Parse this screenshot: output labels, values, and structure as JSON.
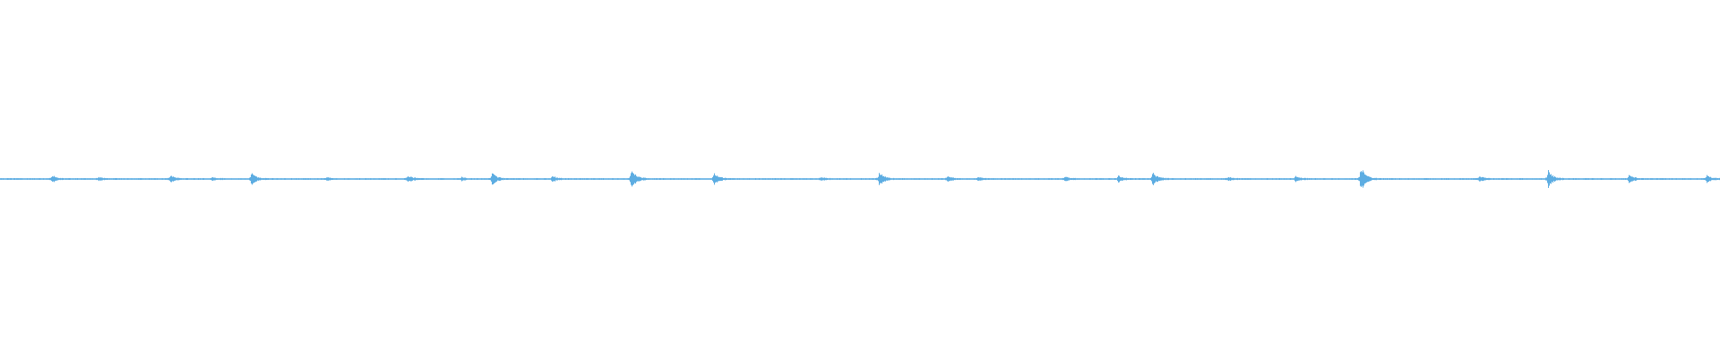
{
  "waveform": {
    "color": "#5dade2",
    "baseline_amplitude": 0.004,
    "transients": [
      {
        "t": 0.03,
        "amp": 0.022
      },
      {
        "t": 0.057,
        "amp": 0.01
      },
      {
        "t": 0.099,
        "amp": 0.02
      },
      {
        "t": 0.123,
        "amp": 0.01
      },
      {
        "t": 0.146,
        "amp": 0.035
      },
      {
        "t": 0.19,
        "amp": 0.009
      },
      {
        "t": 0.237,
        "amp": 0.02
      },
      {
        "t": 0.268,
        "amp": 0.009
      },
      {
        "t": 0.286,
        "amp": 0.034
      },
      {
        "t": 0.321,
        "amp": 0.016
      },
      {
        "t": 0.367,
        "amp": 0.06
      },
      {
        "t": 0.415,
        "amp": 0.035
      },
      {
        "t": 0.477,
        "amp": 0.01
      },
      {
        "t": 0.511,
        "amp": 0.042
      },
      {
        "t": 0.551,
        "amp": 0.018
      },
      {
        "t": 0.568,
        "amp": 0.009
      },
      {
        "t": 0.619,
        "amp": 0.014
      },
      {
        "t": 0.65,
        "amp": 0.018
      },
      {
        "t": 0.67,
        "amp": 0.04
      },
      {
        "t": 0.714,
        "amp": 0.01
      },
      {
        "t": 0.753,
        "amp": 0.014
      },
      {
        "t": 0.791,
        "amp": 0.075
      },
      {
        "t": 0.86,
        "amp": 0.014
      },
      {
        "t": 0.9,
        "amp": 0.05
      },
      {
        "t": 0.947,
        "amp": 0.025
      },
      {
        "t": 0.992,
        "amp": 0.02
      }
    ]
  }
}
